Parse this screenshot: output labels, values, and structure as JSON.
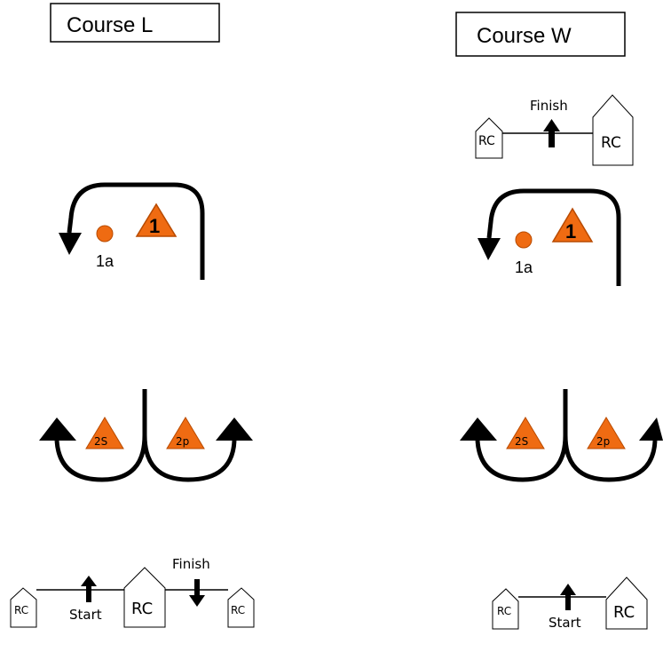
{
  "colors": {
    "mark": "#ef6b12",
    "mark_stroke": "#b84a00",
    "line": "#000000"
  },
  "left_course": {
    "title": "Course L",
    "mark1": "1",
    "mark1a": "1a",
    "gate_left": "2S",
    "gate_right": "2p",
    "start_label": "Start",
    "finish_label": "Finish",
    "boat_small_left": "RC",
    "boat_big": "RC",
    "boat_small_right": "RC"
  },
  "right_course": {
    "title": "Course W",
    "mark1": "1",
    "mark1a": "1a",
    "gate_left": "2S",
    "gate_right": "2p",
    "finish_label": "Finish",
    "finish_boat_small": "RC",
    "finish_boat_big": "RC",
    "start_label": "Start",
    "start_boat_small": "RC",
    "start_boat_big": "RC"
  }
}
